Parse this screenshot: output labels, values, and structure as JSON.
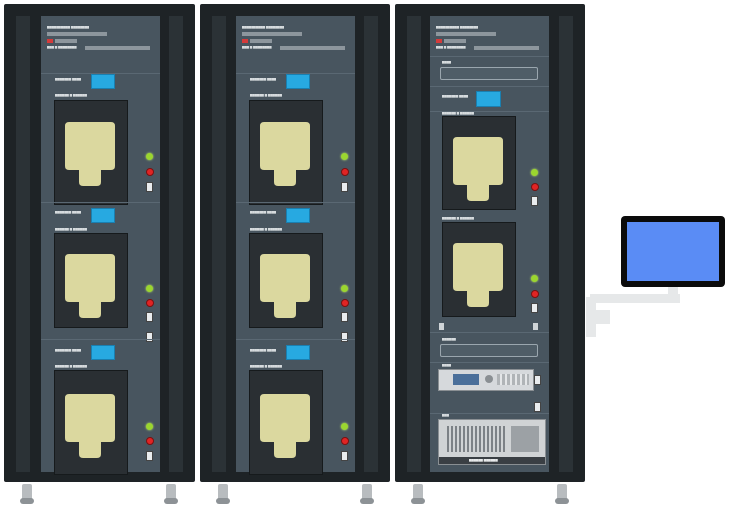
{
  "cabinets": [
    {
      "id": "rack-1",
      "header_lines": [
        "██████████ ████████",
        "██████ ██ ████",
        "███ █ ████████"
      ],
      "units": [
        {
          "screen_label": "███████ ████",
          "chamber_label": "██████ █ ██████"
        },
        {
          "screen_label": "███████ ████",
          "chamber_label": "██████ █ ██████"
        },
        {
          "screen_label": "███████ ████",
          "chamber_label": "██████ █ ██████"
        }
      ]
    },
    {
      "id": "rack-2",
      "header_lines": [
        "██████████ ████████",
        "██████ ██ ████",
        "███ █ ████████"
      ],
      "units": [
        {
          "screen_label": "███████ ████",
          "chamber_label": "██████ █ ██████"
        },
        {
          "screen_label": "███████ ████",
          "chamber_label": "██████ █ ██████"
        },
        {
          "screen_label": "███████ ████",
          "chamber_label": "██████ █ ██████"
        }
      ]
    },
    {
      "id": "rack-3",
      "header_lines": [
        "██████████ ████████",
        "██████ ██ ████",
        "███ █ ████████"
      ],
      "field_label": "████",
      "screen_label": "███████ ████",
      "units": [
        {
          "chamber_label": "██████ █ ██████"
        },
        {
          "chamber_label": "██████ █ ██████"
        }
      ],
      "lower_field_label": "██████",
      "instrument_label": "████",
      "computer_label": "███",
      "computer_brand": "██████ ██████"
    }
  ],
  "colors": {
    "cabinet": "#1e2326",
    "panel": "#48555f",
    "screen": "#27a9e1",
    "chamber_pad": "#dbd89f",
    "led_on": "#9bd62f",
    "led_stop": "#e02424",
    "monitor_screen": "#5a8cf5"
  },
  "icons": [
    "green-indicator-icon",
    "red-stop-button-icon",
    "toggle-switch-icon",
    "caster-wheel-icon"
  ]
}
